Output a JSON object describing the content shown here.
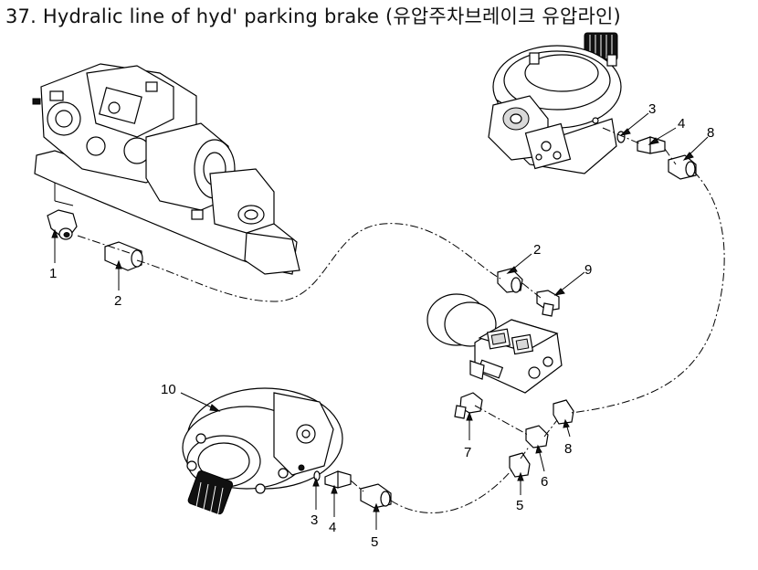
{
  "title": "37. Hydralic line of hyd' parking brake (유압주차브레이크 유압라인)",
  "callouts": [
    {
      "id": "c1",
      "text": "1"
    },
    {
      "id": "c2a",
      "text": "2"
    },
    {
      "id": "c2b",
      "text": "2"
    },
    {
      "id": "c3a",
      "text": "3"
    },
    {
      "id": "c3b",
      "text": "3"
    },
    {
      "id": "c4a",
      "text": "4"
    },
    {
      "id": "c4b",
      "text": "4"
    },
    {
      "id": "c5a",
      "text": "5"
    },
    {
      "id": "c5b",
      "text": "5"
    },
    {
      "id": "c6",
      "text": "6"
    },
    {
      "id": "c7",
      "text": "7"
    },
    {
      "id": "c8a",
      "text": "8"
    },
    {
      "id": "c8b",
      "text": "8"
    },
    {
      "id": "c9",
      "text": "9"
    },
    {
      "id": "c10",
      "text": "10"
    }
  ]
}
